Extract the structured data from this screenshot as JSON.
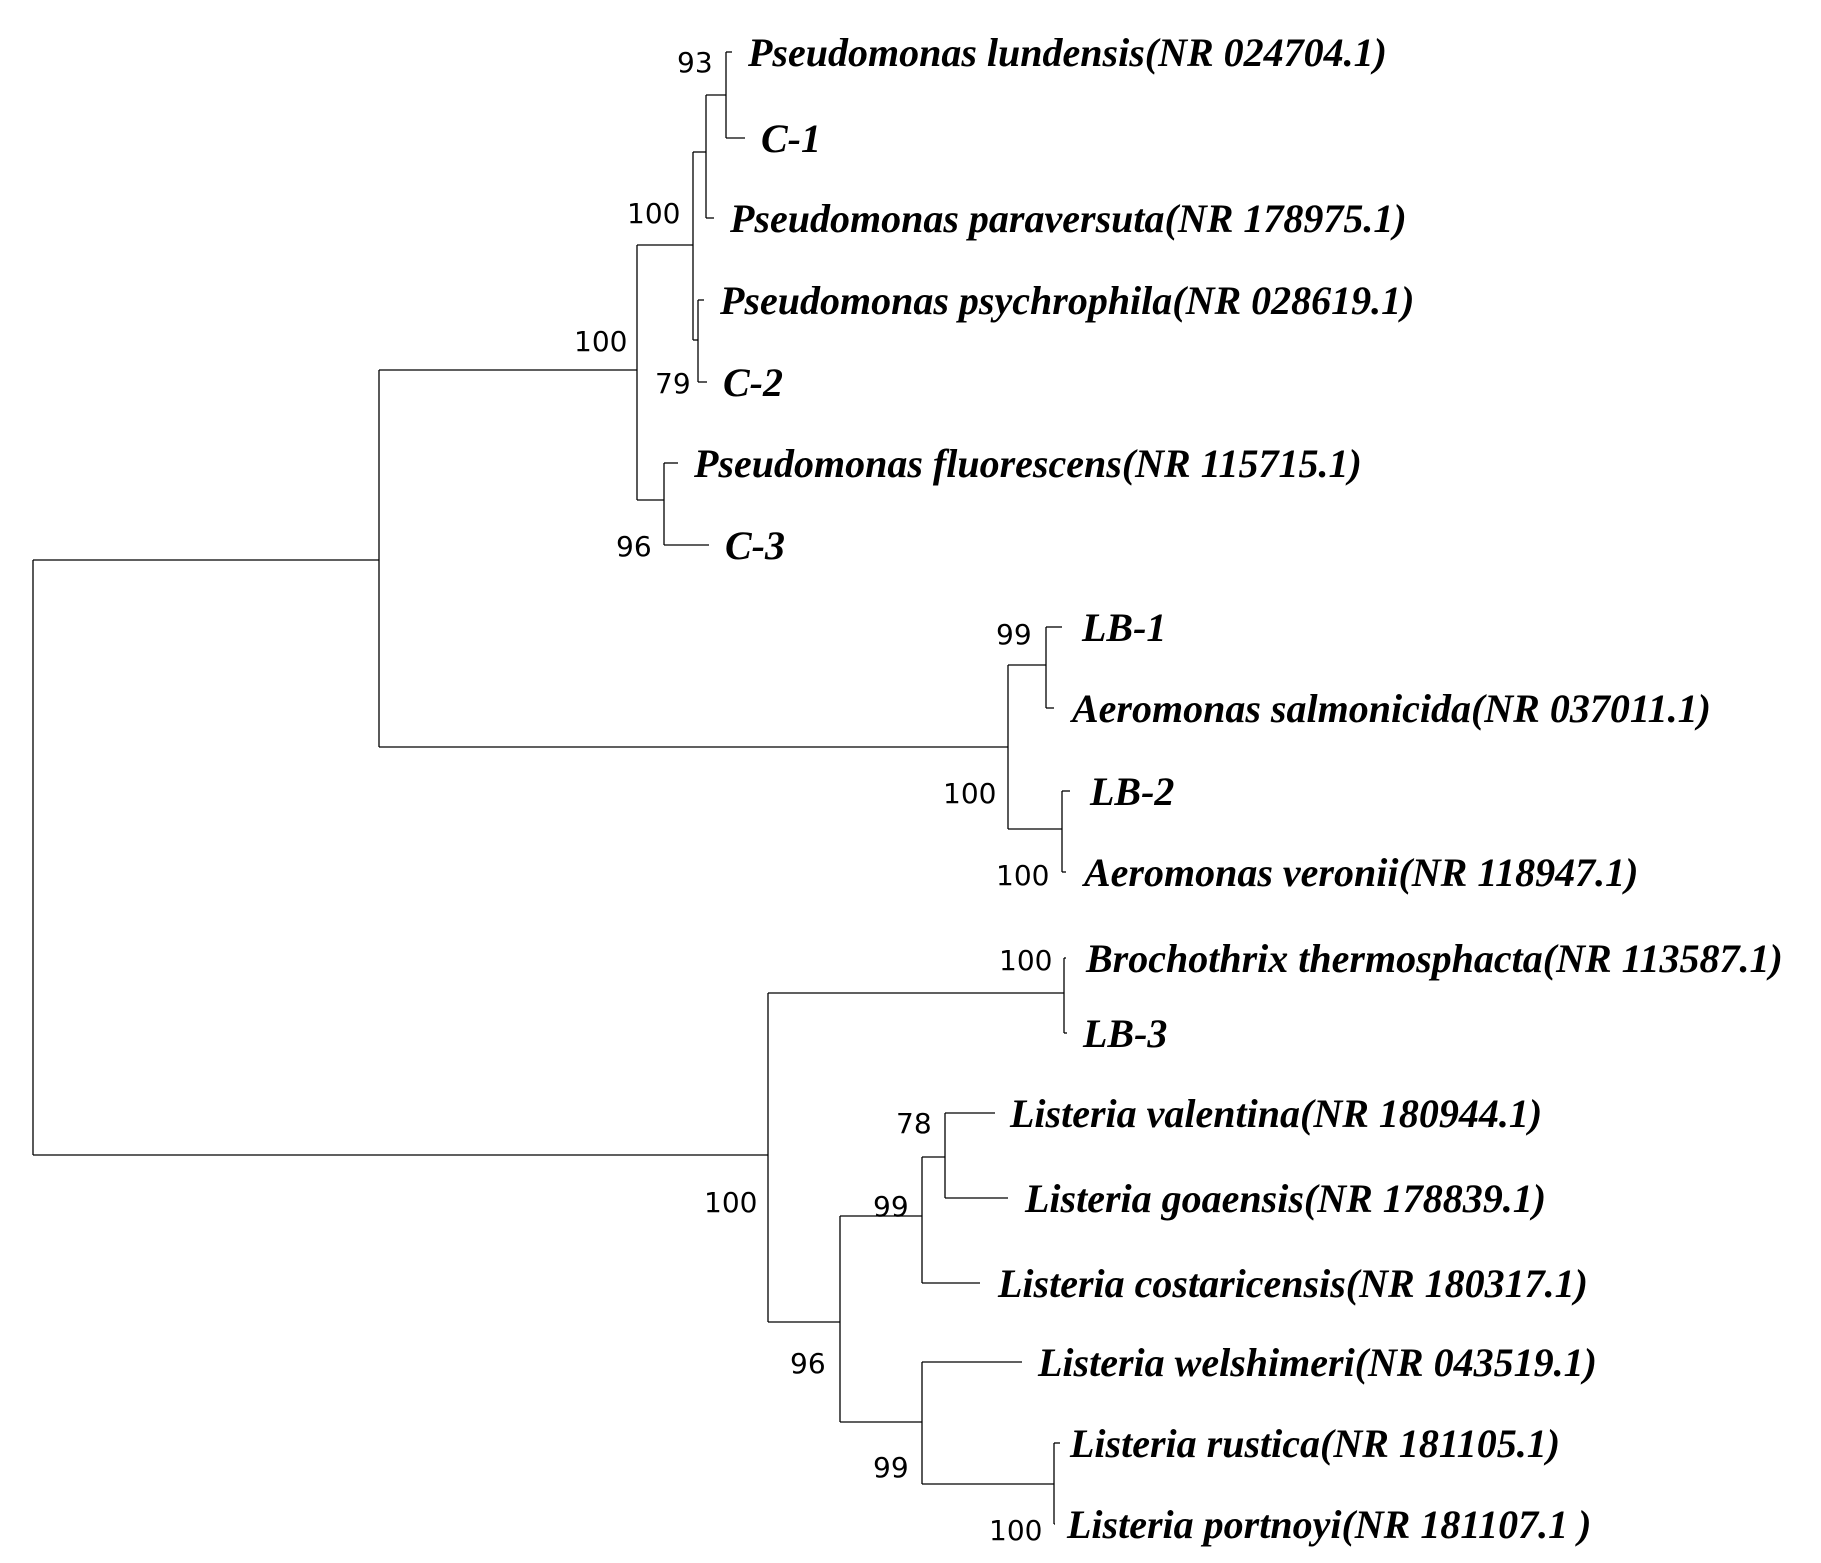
{
  "tree": {
    "taxa": [
      "Pseudomonas lundensis(NR 024704.1)",
      "C-1",
      "Pseudomonas paraversuta(NR 178975.1)",
      "Pseudomonas psychrophila(NR 028619.1)",
      "C-2",
      "Pseudomonas fluorescens(NR 115715.1)",
      "C-3",
      "LB-1",
      "Aeromonas salmonicida(NR 037011.1)",
      "LB-2",
      "Aeromonas veronii(NR 118947.1)",
      "Brochothrix thermosphacta(NR 113587.1)",
      "LB-3",
      "Listeria valentina(NR 180944.1)",
      "Listeria goaensis(NR 178839.1)",
      "Listeria costaricensis(NR 180317.1)",
      "Listeria welshimeri(NR 043519.1)",
      "Listeria rustica(NR 181105.1)",
      "Listeria portnoyi(NR 181107.1 )"
    ],
    "support_values": [
      "93",
      "100",
      "100",
      "79",
      "96",
      "99",
      "100",
      "100",
      "100",
      "78",
      "99",
      "100",
      "96",
      "99",
      "100"
    ]
  }
}
